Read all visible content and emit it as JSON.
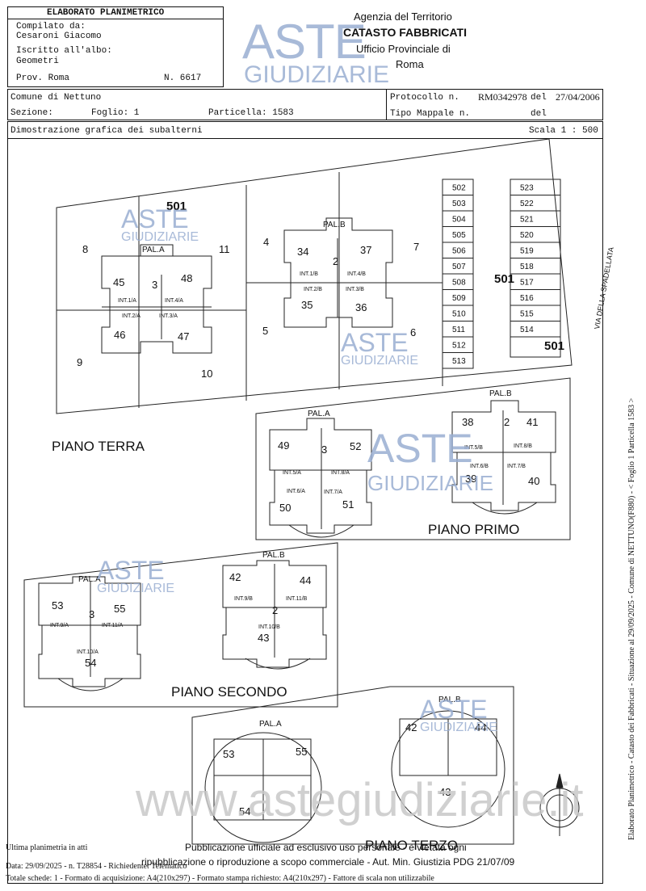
{
  "header": {
    "elaborato_title": "ELABORATO PLANIMETRICO",
    "compilato_label": "Compilato da:",
    "compilato_name": "Cesaroni Giacomo",
    "iscritto_label": "Iscritto all'albo:",
    "iscritto_value": "Geometri",
    "prov": "Prov. Roma",
    "numero": "N.  6617",
    "agency_line1": "Agenzia del Territorio",
    "agency_line2": "CATASTO FABBRICATI",
    "agency_line3": "Ufficio Provinciale di",
    "agency_line4": "Roma"
  },
  "info": {
    "comune": "Comune di Nettuno",
    "sezione": "Sezione:",
    "foglio": "Foglio: 1",
    "particella": "Particella: 1583",
    "protocollo_label": "Protocollo n.",
    "protocollo_value": "RM0342978",
    "del1": "del",
    "protocollo_date": "27/04/2006",
    "tipo_mappale": "Tipo Mappale n.",
    "del2": "del",
    "dimostrazione": "Dimostrazione grafica dei subalterni",
    "scala": "Scala 1 : 500"
  },
  "watermark": {
    "aste": "ASTE",
    "giudiziarie": "GIUDIZIARIE",
    "url": "www.astegiudiziarie.it"
  },
  "plan": {
    "street": "VIA DELLA SPADELLATA",
    "pal_a": "PAL.A",
    "pal_b": "PAL.B",
    "floors": {
      "terra": "PIANO TERRA",
      "primo": "PIANO PRIMO",
      "secondo": "PIANO SECONDO",
      "terzo": "PIANO TERZO"
    },
    "ground_numbers": {
      "n501a": "501",
      "n8": "8",
      "n11": "11",
      "n9": "9",
      "n10": "10",
      "n4": "4",
      "n7": "7",
      "n5": "5",
      "n6": "6",
      "n501b": "501",
      "n501c": "501",
      "n45": "45",
      "n3": "3",
      "n48": "48",
      "n46": "46",
      "n47": "47",
      "n34": "34",
      "n2": "2",
      "n37": "37",
      "n35": "35",
      "n36": "36"
    },
    "ground_int": {
      "i1a": "INT.1/A",
      "i4a": "INT.4/A",
      "i2a": "INT.2/A",
      "i3a": "INT.3/A",
      "i1b": "INT.1/B",
      "i4b": "INT.4/B",
      "i2b": "INT.2/B",
      "i3b": "INT.3/B"
    },
    "garages_left": [
      "502",
      "503",
      "504",
      "505",
      "506",
      "507",
      "508",
      "509",
      "510",
      "511",
      "512",
      "513"
    ],
    "garages_right": [
      "523",
      "522",
      "521",
      "520",
      "519",
      "518",
      "517",
      "516",
      "515",
      "514"
    ],
    "primo": {
      "n49": "49",
      "n3": "3",
      "n52": "52",
      "n50": "50",
      "n51": "51",
      "i5a": "INT.5/A",
      "i8a": "INT.8/A",
      "i6a": "INT.6/A",
      "i7a": "INT.7/A",
      "n38": "38",
      "n2": "2",
      "n41": "41",
      "n39": "39",
      "n40": "40",
      "i5b": "INT.5/B",
      "i8b": "INT.8/B",
      "i6b": "INT.6/B",
      "i7b": "INT.7/B"
    },
    "secondo": {
      "n53": "53",
      "n55": "55",
      "n3": "3",
      "n54": "54",
      "i9a": "INT.9/A",
      "i11a": "INT.11/A",
      "i10a": "INT.10/A",
      "n42": "42",
      "n44": "44",
      "n2": "2",
      "n43": "43",
      "i9b": "INT.9/B",
      "i11b": "INT.11/B",
      "i10b": "INT.10/B"
    },
    "terzo": {
      "n53": "53",
      "n55": "55",
      "n54": "54",
      "n42": "42",
      "n44": "44",
      "n43": "43"
    }
  },
  "footer": {
    "ultima": "Ultima planimetria in atti",
    "pubblicazione1": "Pubblicazione ufficiale ad esclusivo uso personale - è vietata ogni",
    "pubblicazione2": "ripubblicazione o riproduzione a scopo commerciale - Aut. Min. Giustizia PDG 21/07/09",
    "data": "Data: 29/09/2025 - n. T28854 - Richiedente: Telematico",
    "totale": "Totale schede: 1 - Formato di acquisizione: A4(210x297)  - Formato stampa richiesto: A4(210x297) - Fattore di scala non utilizzabile",
    "side": "Elaborato Planimetrico - Catasto dei Fabbricati - Situazione al 29/09/2025 - Comune di NETTUNO(F880) - < Foglio 1 Particella 1583 >"
  }
}
